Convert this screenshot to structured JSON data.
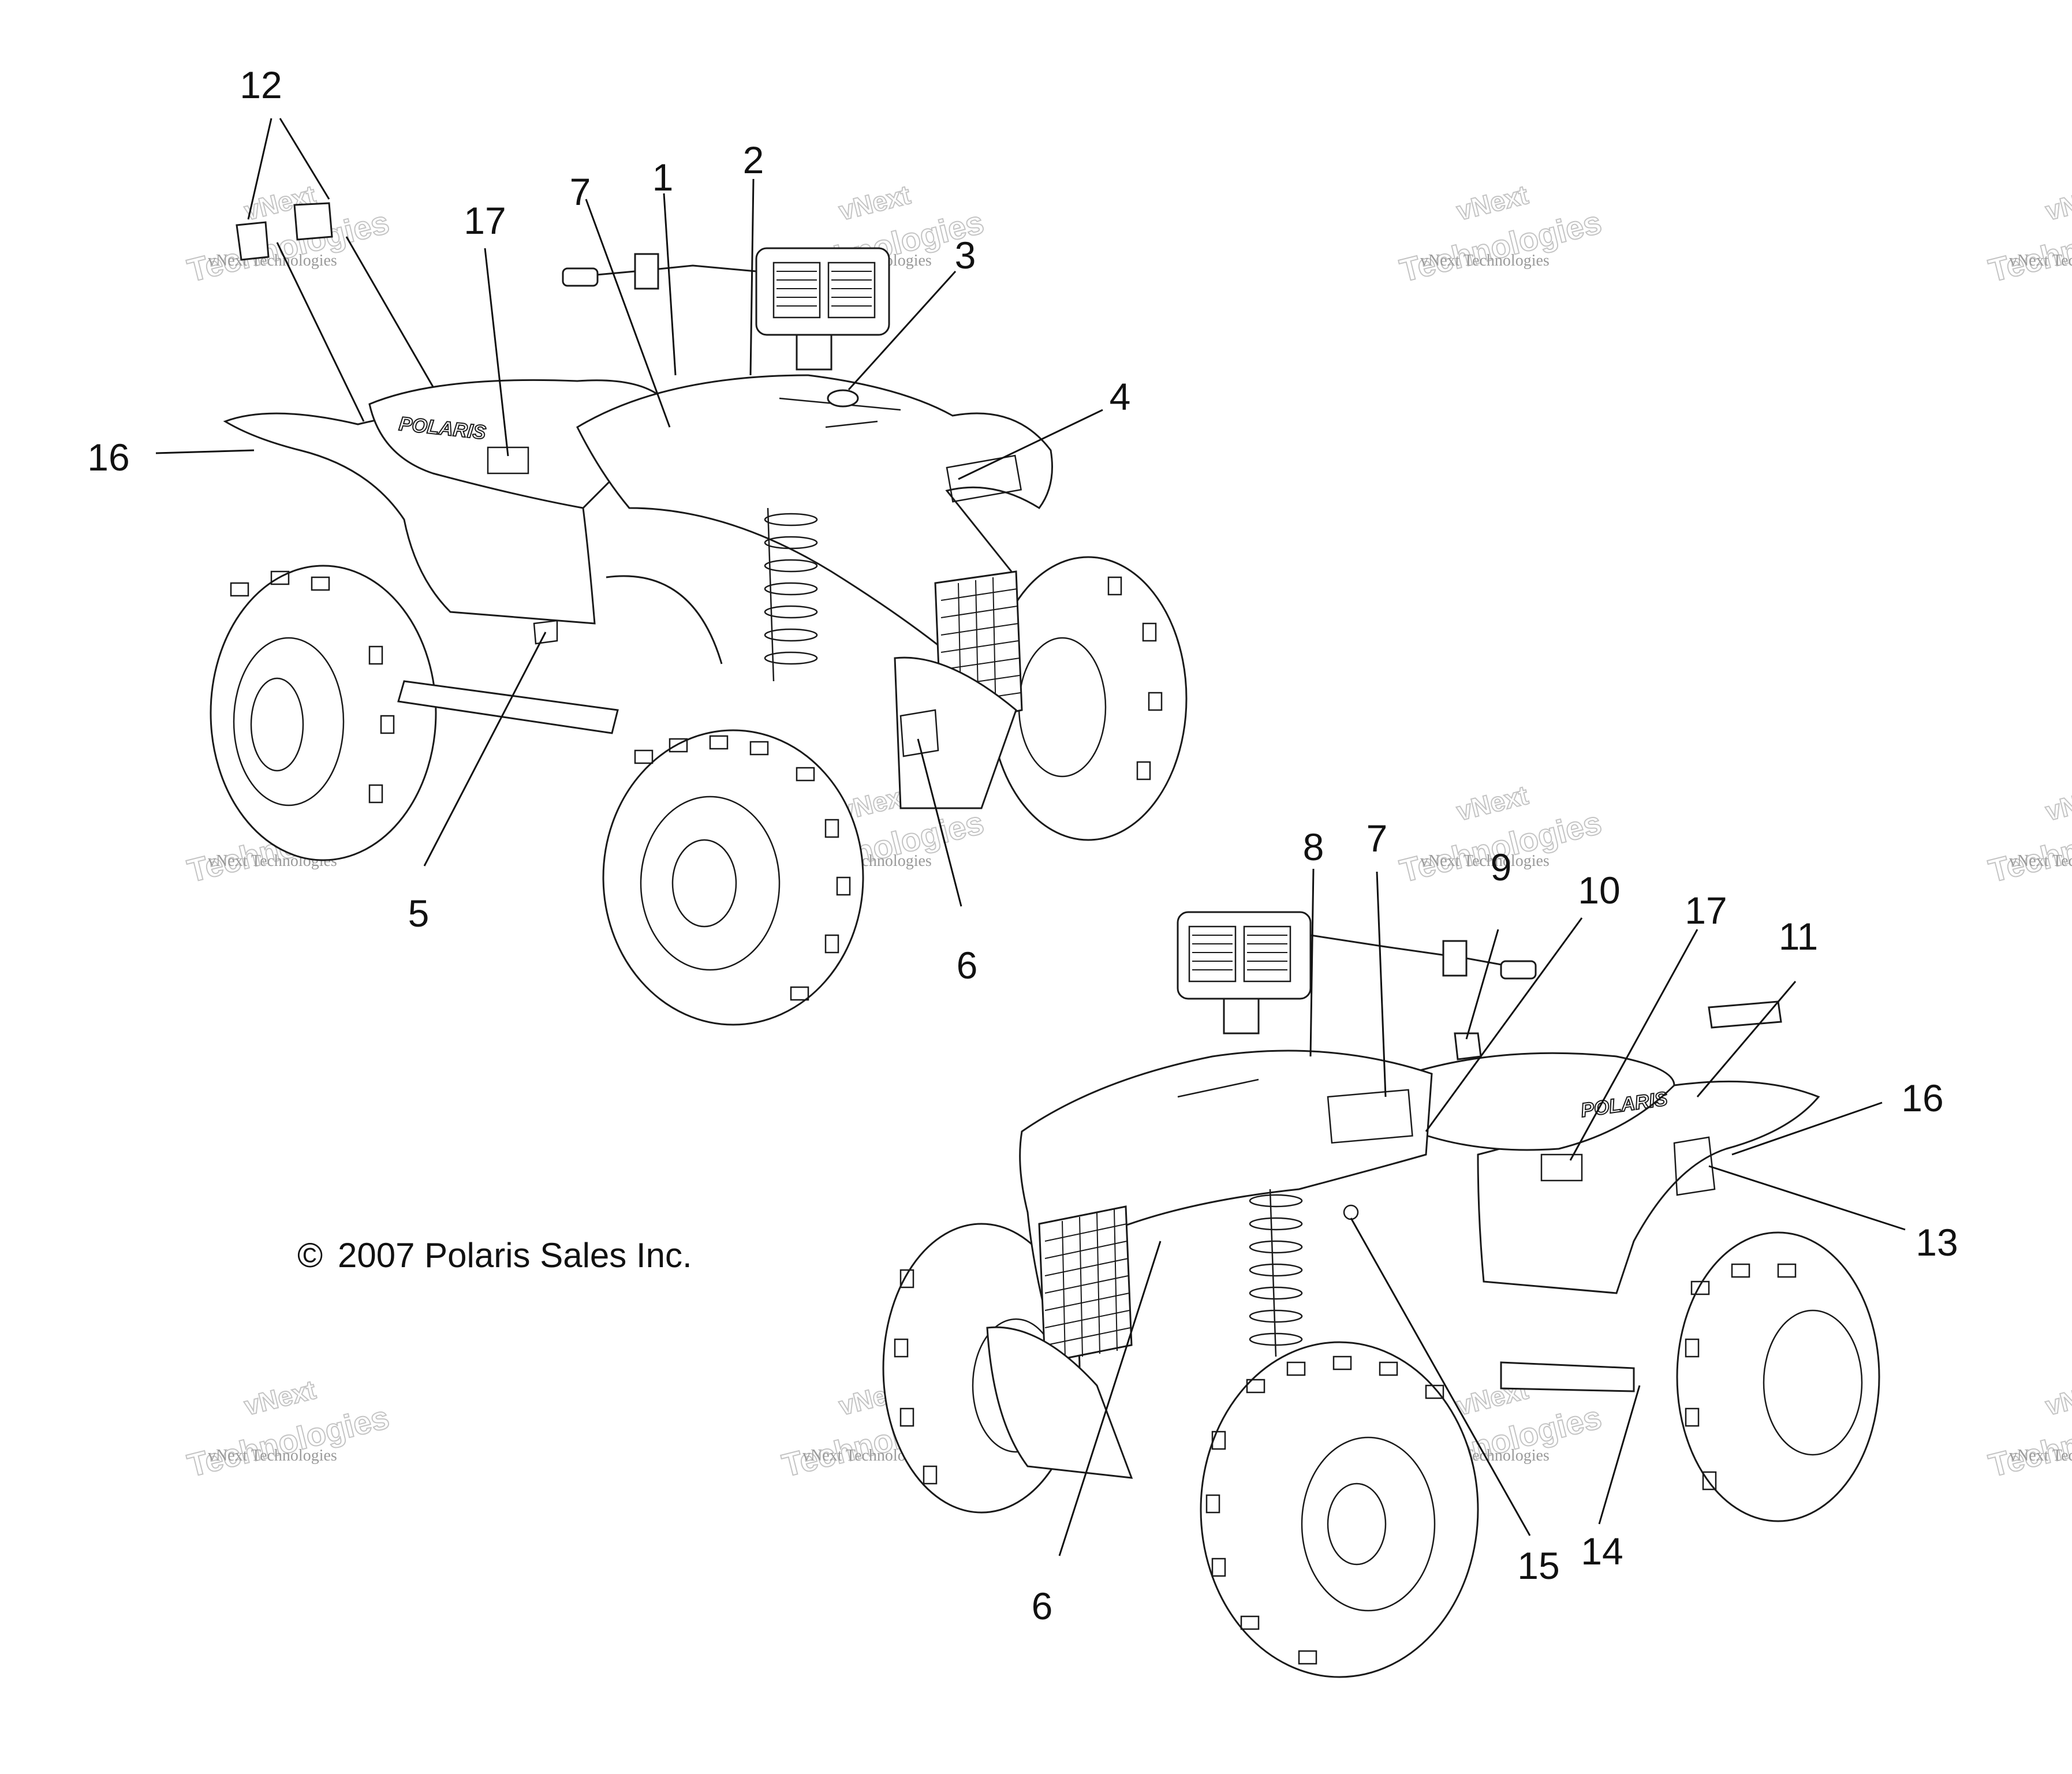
{
  "callouts": {
    "top": [
      "12",
      "17",
      "7",
      "1",
      "2",
      "3",
      "4",
      "16",
      "5",
      "6"
    ],
    "bottom": [
      "8",
      "7",
      "9",
      "10",
      "17",
      "11",
      "16",
      "13",
      "6",
      "15",
      "14"
    ]
  },
  "copyright": "2007 Polaris Sales Inc.",
  "copyright_symbol": "©",
  "brand_decal": "POLARIS",
  "watermark": {
    "company": "vNext Technologies",
    "line1": "vNext",
    "line2": "Technologies"
  }
}
